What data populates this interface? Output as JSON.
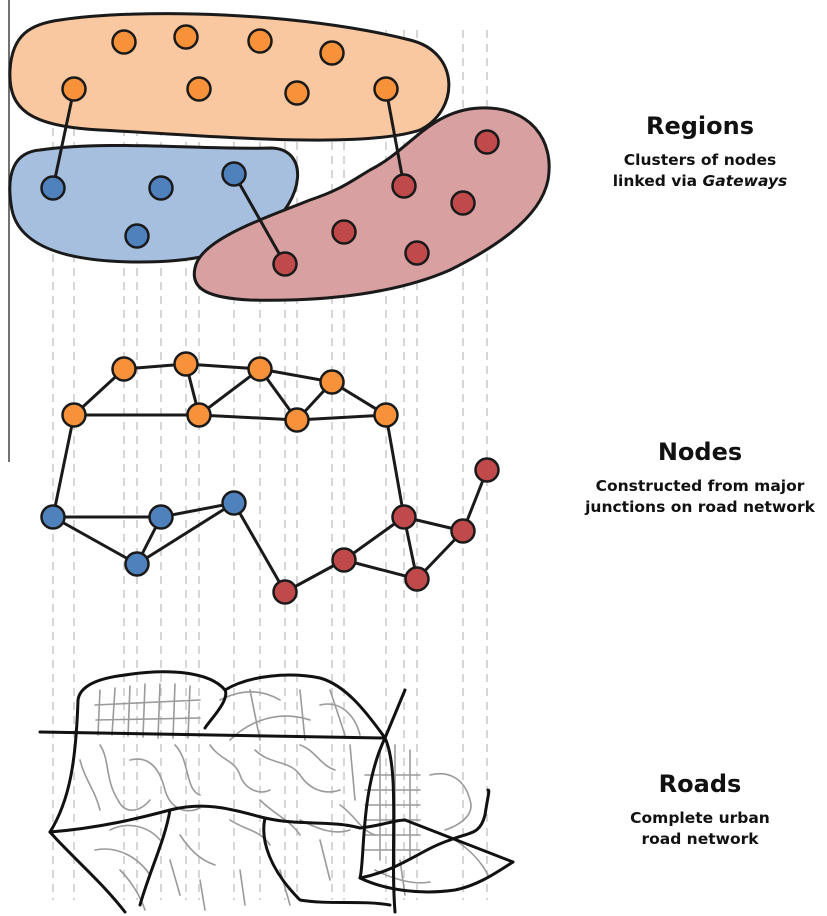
{
  "colors": {
    "orange_fill": "#f9c8a0",
    "orange_node": "#f7923a",
    "blue_fill": "#a6bfdf",
    "blue_node": "#4f81bd",
    "red_fill": "#d9a0a2",
    "red_node": "#c0494b",
    "stroke": "#1a1a1a",
    "guide": "#c9c9c9",
    "minor_road": "#9a9a9a"
  },
  "labels": {
    "regions": {
      "title": "Regions",
      "line1": "Clusters of nodes",
      "line2_prefix": "linked via ",
      "line2_italic": "Gateways"
    },
    "nodes": {
      "title": "Nodes",
      "line1": "Constructed from major",
      "line2": "junctions on road network"
    },
    "roads": {
      "title": "Roads",
      "line1": "Complete urban",
      "line2": "road network"
    }
  }
}
